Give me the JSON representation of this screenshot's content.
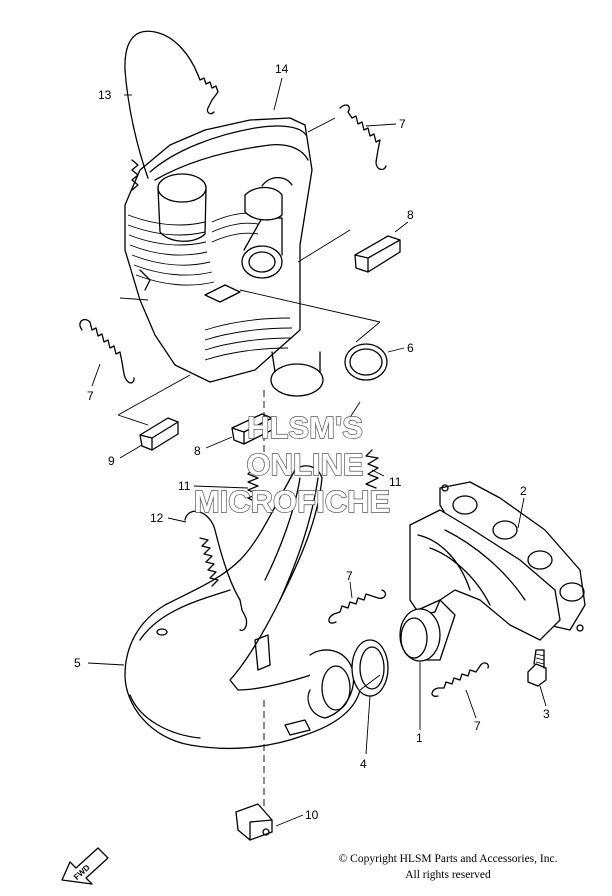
{
  "watermark": {
    "line1": "HLSM'S",
    "line2": "ONLINE",
    "line3": "MICROFICHE"
  },
  "copyright": {
    "line1": "© Copyright HLSM Parts and Accessories, Inc.",
    "line2": "All rights reserved"
  },
  "fwd_label": "FWD",
  "callouts": {
    "c1": "1",
    "c2": "2",
    "c3": "3",
    "c4": "4",
    "c5": "5",
    "c6": "6",
    "c7a": "7",
    "c7b": "7",
    "c7c": "7",
    "c7d": "7",
    "c8a": "8",
    "c8b": "8",
    "c9": "9",
    "c10": "10",
    "c11a": "11",
    "c11b": "11",
    "c12": "12",
    "c13": "13",
    "c14": "14"
  }
}
